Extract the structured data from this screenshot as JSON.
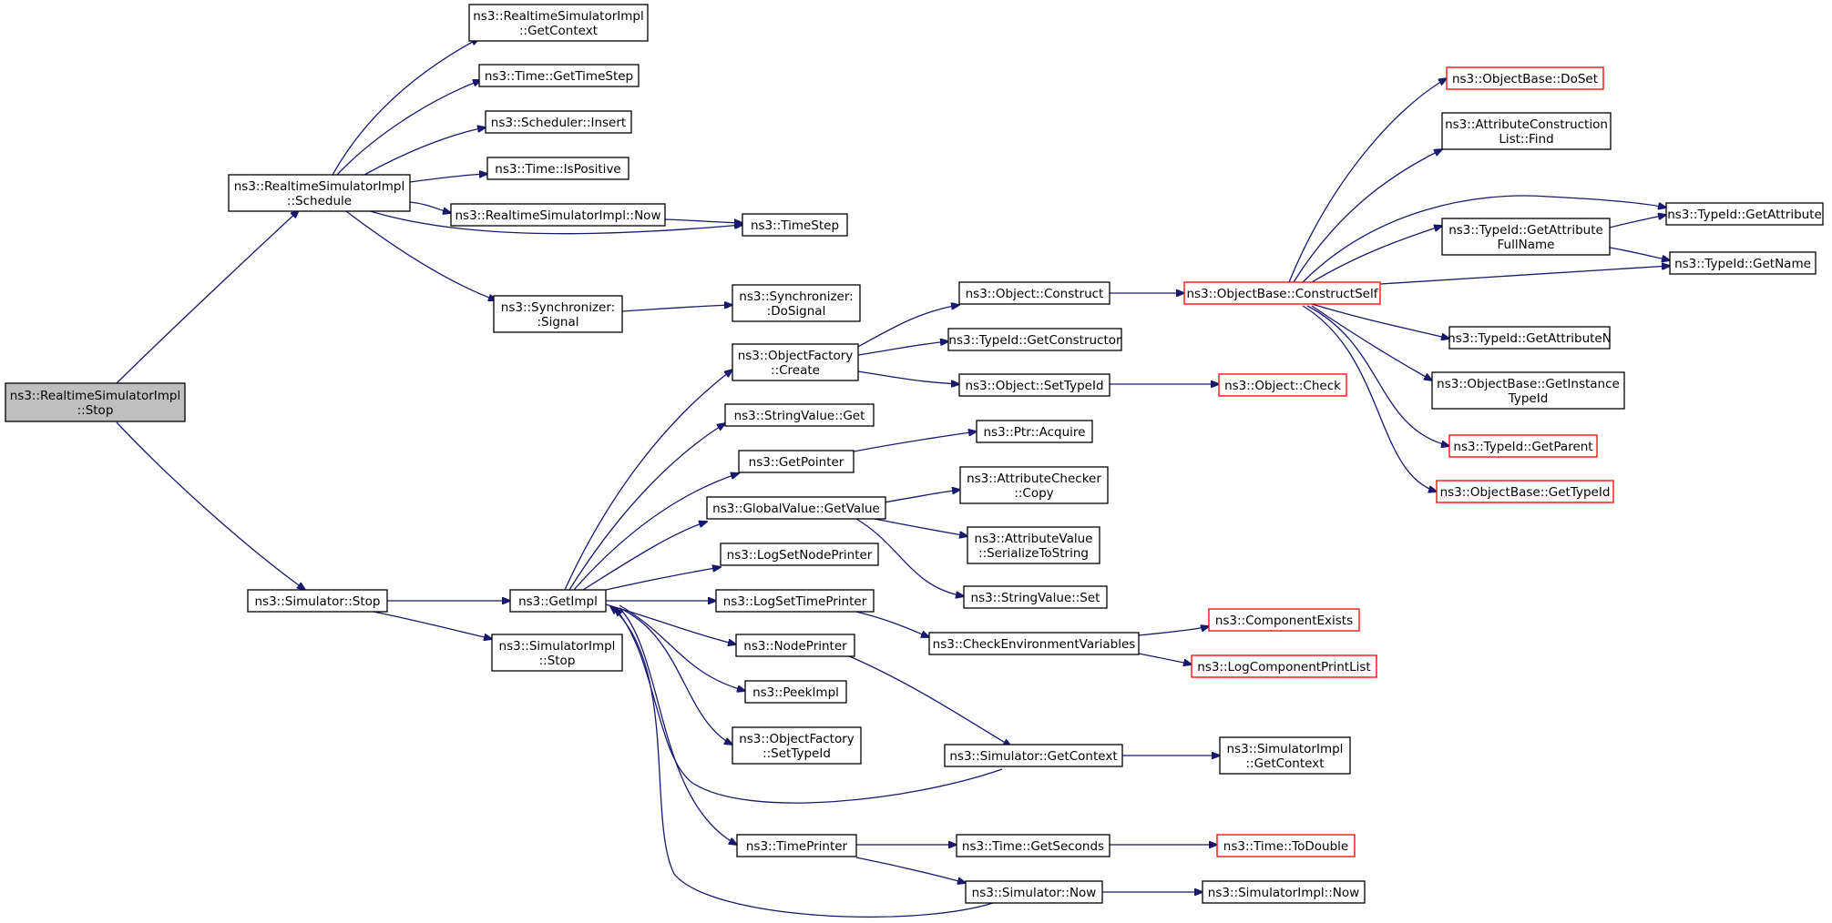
{
  "nodes": {
    "root": [
      "ns3::RealtimeSimulatorImpl",
      "::Stop"
    ],
    "rsi_schedule": [
      "ns3::RealtimeSimulatorImpl",
      "::Schedule"
    ],
    "rsi_getcontext": [
      "ns3::RealtimeSimulatorImpl",
      "::GetContext"
    ],
    "time_gettimestep": [
      "ns3::Time::GetTimeStep"
    ],
    "scheduler_insert": [
      "ns3::Scheduler::Insert"
    ],
    "time_ispositive": [
      "ns3::Time::IsPositive"
    ],
    "rsi_now": [
      "ns3::RealtimeSimulatorImpl::Now"
    ],
    "timestep": [
      "ns3::TimeStep"
    ],
    "sync_signal": [
      "ns3::Synchronizer:",
      ":Signal"
    ],
    "sync_dosignal": [
      "ns3::Synchronizer:",
      ":DoSignal"
    ],
    "simulator_stop": [
      "ns3::Simulator::Stop"
    ],
    "simulatorimpl_stop": [
      "ns3::SimulatorImpl",
      "::Stop"
    ],
    "getimpl": [
      "ns3::GetImpl"
    ],
    "objfactory_create": [
      "ns3::ObjectFactory",
      "::Create"
    ],
    "stringvalue_get": [
      "ns3::StringValue::Get"
    ],
    "getpointer": [
      "ns3::GetPointer"
    ],
    "globalvalue_getvalue": [
      "ns3::GlobalValue::GetValue"
    ],
    "logsetnodeprinter": [
      "ns3::LogSetNodePrinter"
    ],
    "logsettimeprinter": [
      "ns3::LogSetTimePrinter"
    ],
    "nodeprinter": [
      "ns3::NodePrinter"
    ],
    "peekimpl": [
      "ns3::PeekImpl"
    ],
    "objfactory_settypeid": [
      "ns3::ObjectFactory",
      "::SetTypeId"
    ],
    "timeprinter": [
      "ns3::TimePrinter"
    ],
    "object_construct": [
      "ns3::Object::Construct"
    ],
    "typeid_getconstructor": [
      "ns3::TypeId::GetConstructor"
    ],
    "object_settypeid": [
      "ns3::Object::SetTypeId"
    ],
    "ptr_acquire": [
      "ns3::Ptr::Acquire"
    ],
    "attrchecker_copy": [
      "ns3::AttributeChecker",
      "::Copy"
    ],
    "attrvalue_serialize": [
      "ns3::AttributeValue",
      "::SerializeToString"
    ],
    "stringvalue_set": [
      "ns3::StringValue::Set"
    ],
    "checkenv": [
      "ns3::CheckEnvironmentVariables"
    ],
    "simulator_getcontext": [
      "ns3::Simulator::GetContext"
    ],
    "time_getseconds": [
      "ns3::Time::GetSeconds"
    ],
    "simulator_now": [
      "ns3::Simulator::Now"
    ],
    "objectbase_constructself": [
      "ns3::ObjectBase::ConstructSelf"
    ],
    "object_check": [
      "ns3::Object::Check"
    ],
    "componentexists": [
      "ns3::ComponentExists"
    ],
    "logcomponentprintlist": [
      "ns3::LogComponentPrintList"
    ],
    "simulatorimpl_getcontext": [
      "ns3::SimulatorImpl",
      "::GetContext"
    ],
    "time_todouble": [
      "ns3::Time::ToDouble"
    ],
    "simulatorimpl_now": [
      "ns3::SimulatorImpl::Now"
    ],
    "objectbase_doset": [
      "ns3::ObjectBase::DoSet"
    ],
    "attrconstructionlist_find": [
      "ns3::AttributeConstruction",
      "List::Find"
    ],
    "typeid_getattributefullname": [
      "ns3::TypeId::GetAttribute",
      "FullName"
    ],
    "typeid_getattributen": [
      "ns3::TypeId::GetAttributeN"
    ],
    "objectbase_getinstancetypeid": [
      "ns3::ObjectBase::GetInstance",
      "TypeId"
    ],
    "typeid_getparent": [
      "ns3::TypeId::GetParent"
    ],
    "objectbase_gettypeid": [
      "ns3::ObjectBase::GetTypeId"
    ],
    "typeid_getattribute": [
      "ns3::TypeId::GetAttribute"
    ],
    "typeid_getname": [
      "ns3::TypeId::GetName"
    ]
  },
  "colors": {
    "edge": "#191970",
    "border": "#000000",
    "highlight_border": "#ff0000",
    "root_fill": "#bfbfbf"
  }
}
